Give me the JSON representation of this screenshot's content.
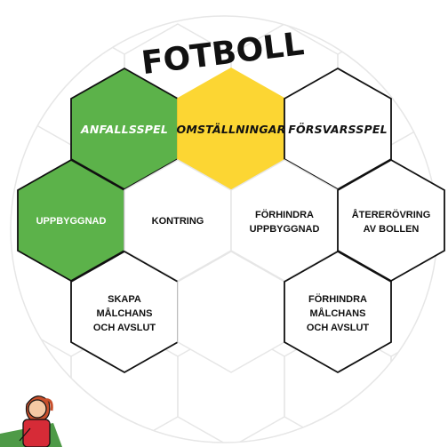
{
  "title": "FOTBOLL",
  "colors": {
    "green": "#5cb24a",
    "yellow": "#fcd633",
    "white": "#ffffff",
    "stroke": "#111111",
    "faint": "#e6e6e6",
    "field": "#4e9a47"
  },
  "categories": {
    "attack": "ANFALLSSPEL",
    "transition": "OMSTÄLLNINGAR",
    "defence": "FÖRSVARSSPEL"
  },
  "cells": {
    "buildup": "UPPBYGGNAD",
    "counter": "KONTRING",
    "prevent_buildup": [
      "FÖRHINDRA",
      "UPPBYGGNAD"
    ],
    "regain": [
      "ÅTERERÖVRING",
      "AV BOLLEN"
    ],
    "create_chances": [
      "SKAPA",
      "MÅLCHANS",
      "OCH AVSLUT"
    ],
    "prevent_chances": [
      "FÖRHINDRA",
      "MÅLCHANS",
      "OCH AVSLUT"
    ]
  }
}
